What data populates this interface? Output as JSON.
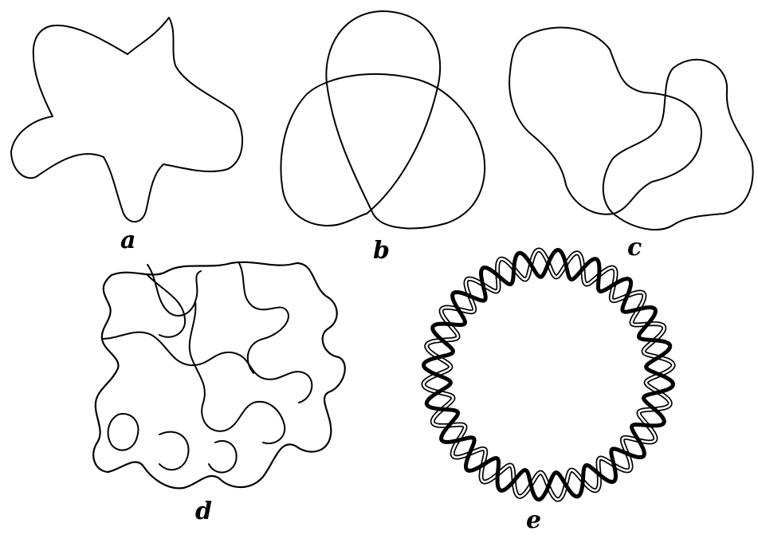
{
  "panels": {
    "a": {
      "label": "a"
    },
    "b": {
      "label": "b"
    },
    "c": {
      "label": "c"
    },
    "d": {
      "label": "d"
    },
    "e": {
      "label": "e"
    }
  },
  "colors": {
    "stroke": "#000000",
    "background": "#ffffff"
  },
  "panel_e": {
    "twists": 20
  }
}
